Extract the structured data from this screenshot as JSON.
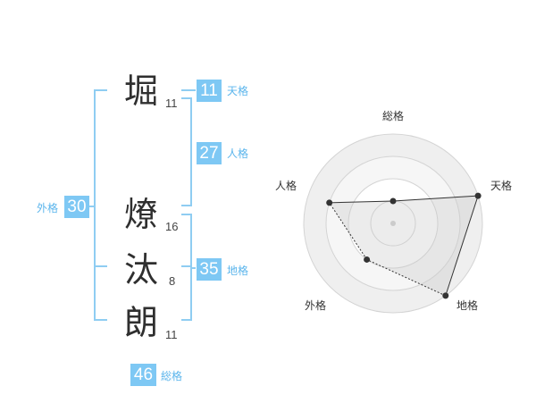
{
  "name": {
    "chars": [
      {
        "char": "堀",
        "strokes": "11"
      },
      {
        "char": "燎",
        "strokes": "16"
      },
      {
        "char": "汰",
        "strokes": "8"
      },
      {
        "char": "朗",
        "strokes": "11"
      }
    ]
  },
  "kakaku": {
    "tenkaku": {
      "value": "11",
      "label": "天格"
    },
    "jinkaku": {
      "value": "27",
      "label": "人格"
    },
    "chikaku": {
      "value": "35",
      "label": "地格"
    },
    "gaikaku": {
      "value": "30",
      "label": "外格"
    },
    "soukaku": {
      "value": "46",
      "label": "総格"
    }
  },
  "colors": {
    "accent": "#7ec8f4",
    "accent_text": "#5bb5ec",
    "bracket": "#8fcdf2"
  },
  "chart_data": {
    "type": "radar",
    "axes": [
      "総格",
      "天格",
      "地格",
      "外格",
      "人格"
    ],
    "values": [
      1,
      4,
      4,
      2,
      3
    ],
    "max": 4,
    "rings": 4
  }
}
